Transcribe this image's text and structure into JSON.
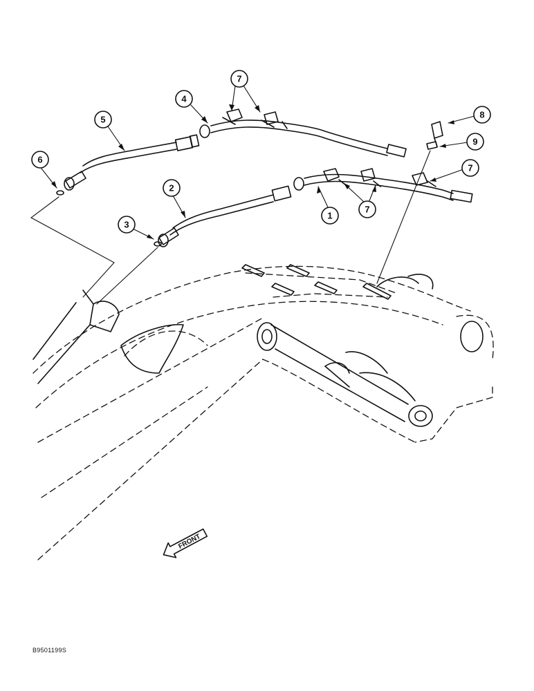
{
  "callouts": [
    {
      "id": "callout-1",
      "label": "1"
    },
    {
      "id": "callout-2",
      "label": "2"
    },
    {
      "id": "callout-3",
      "label": "3"
    },
    {
      "id": "callout-4",
      "label": "4"
    },
    {
      "id": "callout-5",
      "label": "5"
    },
    {
      "id": "callout-6",
      "label": "6"
    },
    {
      "id": "callout-7a",
      "label": "7"
    },
    {
      "id": "callout-7b",
      "label": "7"
    },
    {
      "id": "callout-7c",
      "label": "7"
    },
    {
      "id": "callout-8",
      "label": "8"
    },
    {
      "id": "callout-9",
      "label": "9"
    }
  ],
  "front_label": "FRONT",
  "drawing_code": "B9501199S"
}
